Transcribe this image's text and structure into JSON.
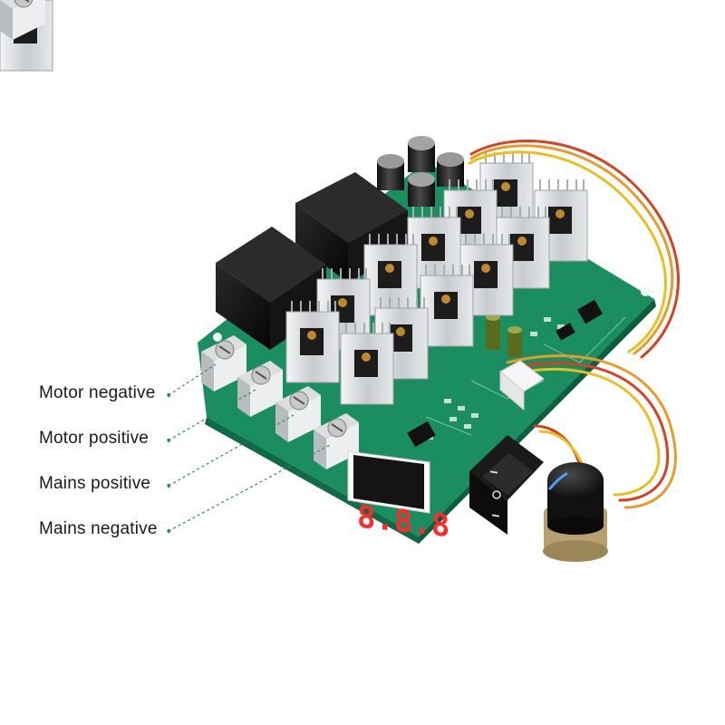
{
  "callouts": [
    {
      "label": "Motor negative"
    },
    {
      "label": "Motor positive"
    },
    {
      "label": "Mains positive"
    },
    {
      "label": "Mains negative"
    }
  ],
  "display": {
    "digits": "8.8.8"
  },
  "colors": {
    "pcb": "#1d9a6a",
    "heatsink": "#c9ccd0",
    "leader_line": "#2e8b57",
    "display_segments": "#ff2a2a"
  }
}
